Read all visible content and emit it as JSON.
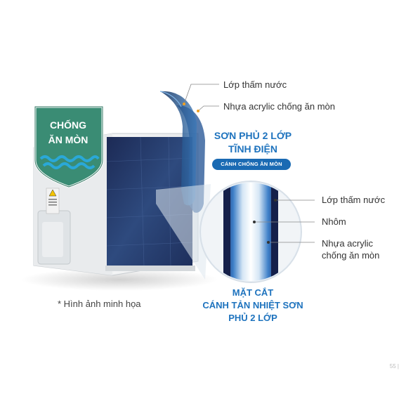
{
  "shield": {
    "line1": "CHỐNG",
    "line2": "ĂN MÒN"
  },
  "layers_top": {
    "layer1": "Lớp thấm nước",
    "layer2": "Nhựa acrylic chống ăn mòn"
  },
  "coating_title": {
    "line1": "SƠN PHỦ 2 LỚP",
    "line2": "TĨNH ĐIỆN"
  },
  "badge": "CÁNH CHỐNG ĂN MÒN",
  "section_labels": {
    "a": "Lớp thấm nước",
    "b": "Nhôm",
    "c1": "Nhựa acrylic",
    "c2": "chống ăn mòn"
  },
  "cross_section_title": {
    "line1": "MẶT CẮT",
    "line2": "CÁNH TẢN NHIỆT SƠN",
    "line3": "PHỦ 2 LỚP"
  },
  "note": "* Hình ảnh minh họa",
  "corner_mark": "55 |",
  "colors": {
    "brand_blue": "#1e73be",
    "shield_green": "#3a8c74",
    "wave_blue": "#2aa8d8"
  }
}
